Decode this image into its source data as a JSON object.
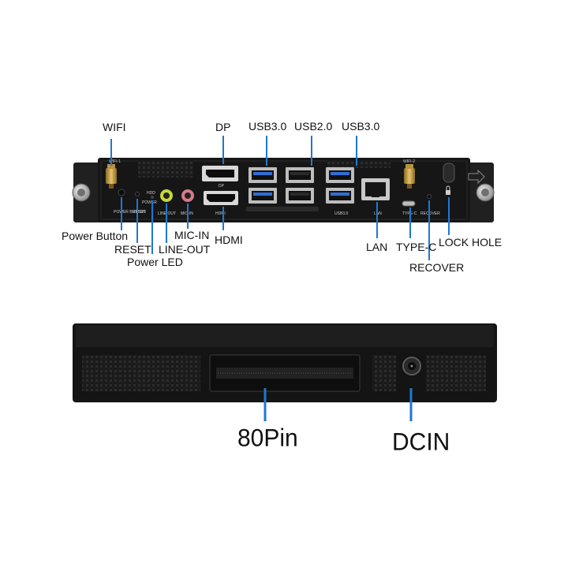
{
  "io_panel": {
    "labels": {
      "wifi": "WIFI",
      "dp": "DP",
      "usb30_left": "USB3.0",
      "usb20": "USB2.0",
      "usb30_right": "USB3.0",
      "power_button": "Power Button",
      "reset": "RESET",
      "power_led": "Power LED",
      "line_out": "LINE-OUT",
      "mic_in": "MIC-IN",
      "hdmi": "HDMI",
      "lan": "LAN",
      "type_c": "TYPE-C",
      "recover": "RECOVER",
      "lock_hole": "LOCK HOLE"
    },
    "silkscreen": {
      "wifi1": "WIFI-1",
      "wifi2": "WIFI-2",
      "hdd": "HDD",
      "power": "POWER",
      "power_button": "POWER BUTTON",
      "reset": "RESET",
      "line_out": "LINE OUT",
      "mic_in": "MIC-IN",
      "dp": "DP",
      "hdmi": "HDMI",
      "usb30": "USB3.0",
      "lan": "LAN",
      "type_c": "TYPE-C",
      "recover": "RECOVER"
    }
  },
  "bottom_panel": {
    "labels": {
      "pin80": "80Pin",
      "dcin": "DCIN"
    }
  },
  "colors": {
    "leader": "#1f78d1",
    "chassis": "#1a1a1a",
    "usb3_blue": "#2f6fd6",
    "line_out_green": "#c8d63a",
    "mic_pink": "#d77a8a",
    "antenna_gold": "#c9a24a"
  }
}
